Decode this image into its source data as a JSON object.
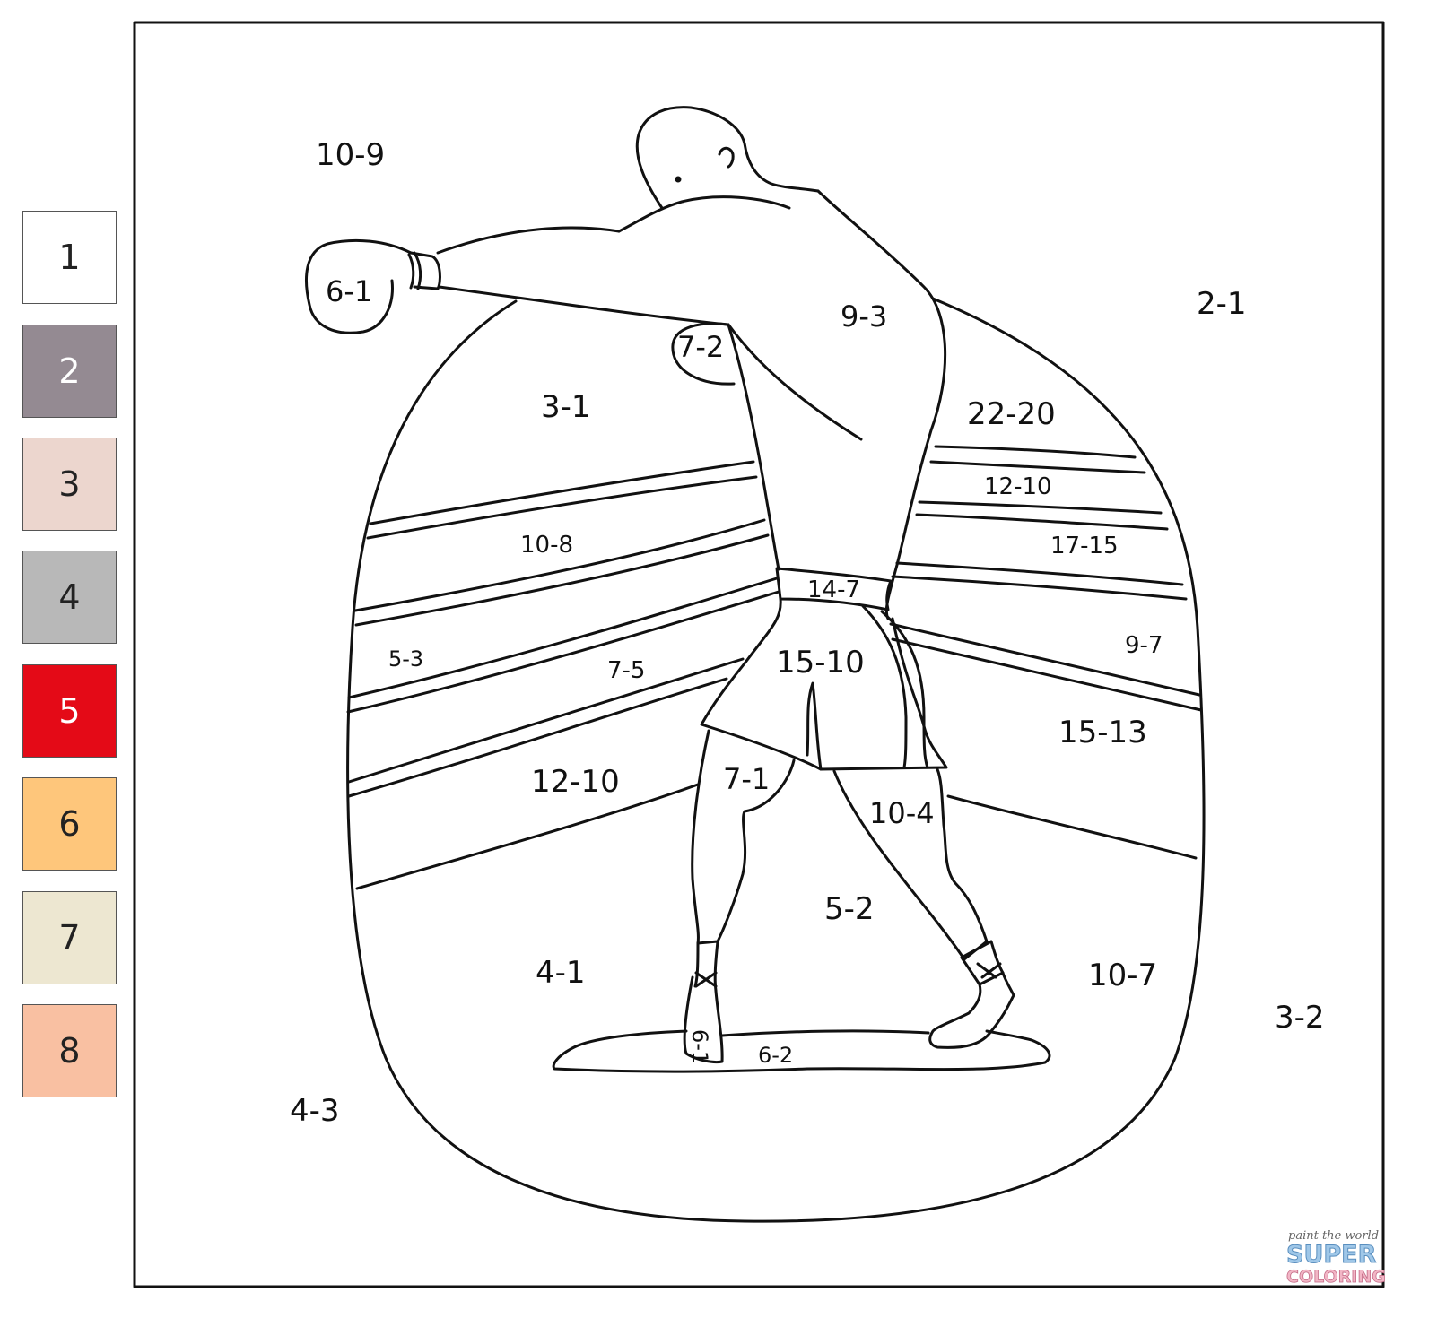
{
  "palette": [
    {
      "number": "1",
      "color": "#ffffff",
      "text_color": "#222222"
    },
    {
      "number": "2",
      "color": "#948a92",
      "text_color": "#ffffff"
    },
    {
      "number": "3",
      "color": "#ecd6ce",
      "text_color": "#222222"
    },
    {
      "number": "4",
      "color": "#b8b8b8",
      "text_color": "#222222"
    },
    {
      "number": "5",
      "color": "#e40a17",
      "text_color": "#ffffff"
    },
    {
      "number": "6",
      "color": "#fec67b",
      "text_color": "#222222"
    },
    {
      "number": "7",
      "color": "#ede7d1",
      "text_color": "#222222"
    },
    {
      "number": "8",
      "color": "#f9c0a2",
      "text_color": "#222222"
    }
  ],
  "regions": {
    "r_10_9": "10-9",
    "r_6_1_glove": "6-1",
    "r_7_2": "7-2",
    "r_9_3": "9-3",
    "r_2_1": "2-1",
    "r_3_1": "3-1",
    "r_22_20": "22-20",
    "r_12_10_rope_right": "12-10",
    "r_17_15": "17-15",
    "r_10_8": "10-8",
    "r_14_7": "14-7",
    "r_5_3": "5-3",
    "r_7_5": "7-5",
    "r_15_10": "15-10",
    "r_9_7": "9-7",
    "r_15_13": "15-13",
    "r_12_10_left": "12-10",
    "r_7_1": "7-1",
    "r_10_4": "10-4",
    "r_5_2": "5-2",
    "r_4_1": "4-1",
    "r_10_7": "10-7",
    "r_3_2": "3-2",
    "r_6_1_shoe": "6-1",
    "r_6_2": "6-2",
    "r_4_3": "4-3"
  },
  "watermark": {
    "tagline": "paint the world",
    "line1": "SUPER",
    "line2": "COLORING"
  }
}
